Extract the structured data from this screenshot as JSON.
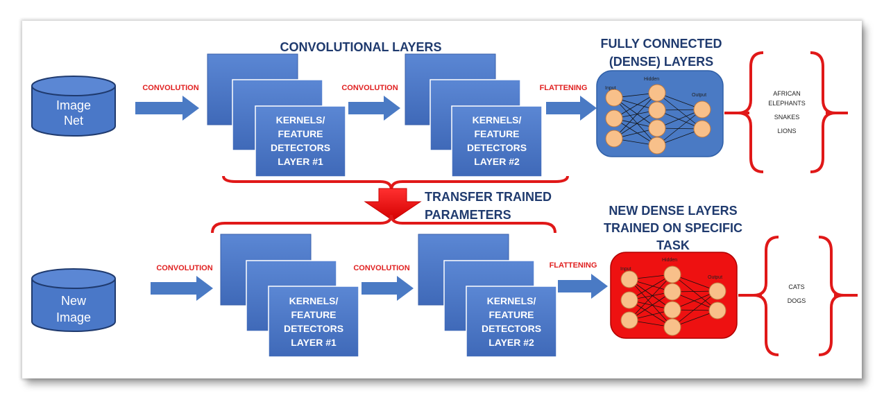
{
  "titles": {
    "conv_layers": "CONVOLUTIONAL LAYERS",
    "fc_line1": "FULLY CONNECTED",
    "fc_line2": "(DENSE) LAYERS",
    "transfer_line1": "TRANSFER TRAINED",
    "transfer_line2": "PARAMETERS",
    "new_dense_line1": "NEW DENSE LAYERS",
    "new_dense_line2": "TRAINED ON SPECIFIC",
    "new_dense_line3": "TASK"
  },
  "top": {
    "source_line1": "Image",
    "source_line2": "Net",
    "conv1": "CONVOLUTION",
    "conv2": "CONVOLUTION",
    "flatten": "FLATTENING",
    "block1": [
      "KERNELS/",
      "FEATURE",
      "DETECTORS",
      "LAYER #1"
    ],
    "block2": [
      "KERNELS/",
      "FEATURE",
      "DETECTORS",
      "LAYER #2"
    ],
    "nn_labels": {
      "input": "Input",
      "hidden": "Hidden",
      "output": "Output"
    },
    "outputs": [
      "AFRICAN",
      "ELEPHANTS",
      "SNAKES",
      "LIONS"
    ]
  },
  "bottom": {
    "source_line1": "New",
    "source_line2": "Image",
    "conv1": "CONVOLUTION",
    "conv2": "CONVOLUTION",
    "flatten": "FLATTENING",
    "block1": [
      "KERNELS/",
      "FEATURE",
      "DETECTORS",
      "LAYER #1"
    ],
    "block2": [
      "KERNELS/",
      "FEATURE",
      "DETECTORS",
      "LAYER #2"
    ],
    "nn_labels": {
      "input": "Input",
      "hidden": "Hidden",
      "output": "Output"
    },
    "outputs": [
      "CATS",
      "DOGS"
    ]
  },
  "colors": {
    "block_blue": "#4a78c8",
    "arrow_blue": "#4a7ac4",
    "accent_red": "#e01818",
    "title_navy": "#1f3a6e",
    "node_orange": "#f8c08a",
    "nn_blue": "#4a7ac4",
    "nn_red": "#ee1111"
  }
}
